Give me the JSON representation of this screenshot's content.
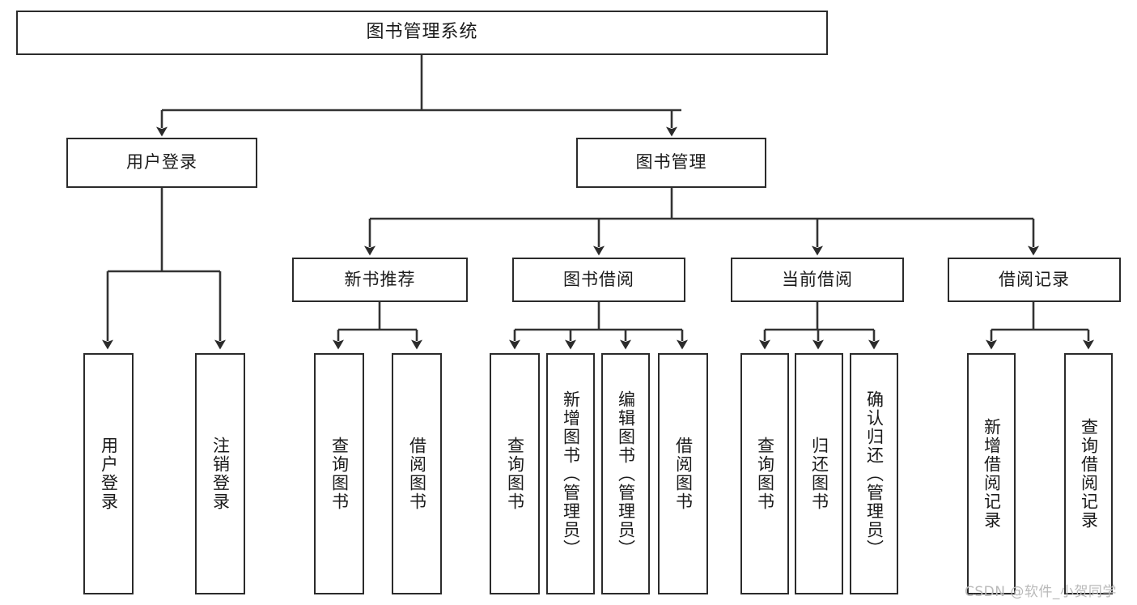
{
  "diagram": {
    "title": "图书管理系统",
    "type": "tree-hierarchy-chart",
    "root": {
      "label": "图书管理系统"
    },
    "level1": [
      {
        "label": "用户登录"
      },
      {
        "label": "图书管理"
      }
    ],
    "level2": [
      {
        "label": "新书推荐"
      },
      {
        "label": "图书借阅"
      },
      {
        "label": "当前借阅"
      },
      {
        "label": "借阅记录"
      }
    ],
    "leaves": [
      {
        "label": "用户登录",
        "parent": "用户登录"
      },
      {
        "label": "注销登录",
        "parent": "用户登录"
      },
      {
        "label": "查询图书",
        "parent": "新书推荐"
      },
      {
        "label": "借阅图书",
        "parent": "新书推荐"
      },
      {
        "label": "查询图书",
        "parent": "图书借阅"
      },
      {
        "label": "新增图书（管理员）",
        "parent": "图书借阅"
      },
      {
        "label": "编辑图书（管理员）",
        "parent": "图书借阅"
      },
      {
        "label": "借阅图书",
        "parent": "图书借阅"
      },
      {
        "label": "查询图书",
        "parent": "当前借阅"
      },
      {
        "label": "归还图书",
        "parent": "当前借阅"
      },
      {
        "label": "确认归还（管理员）",
        "parent": "当前借阅"
      },
      {
        "label": "新增借阅记录",
        "parent": "借阅记录"
      },
      {
        "label": "查询借阅记录",
        "parent": "借阅记录"
      }
    ],
    "watermark": "CSDN @软件_小贺同学",
    "colors": {
      "box_border": "#2b2b2b",
      "box_fill": "#ffffff",
      "connector": "#333333",
      "text": "#1a1a1a",
      "watermark": "#b9b9b9",
      "background": "#ffffff"
    }
  }
}
